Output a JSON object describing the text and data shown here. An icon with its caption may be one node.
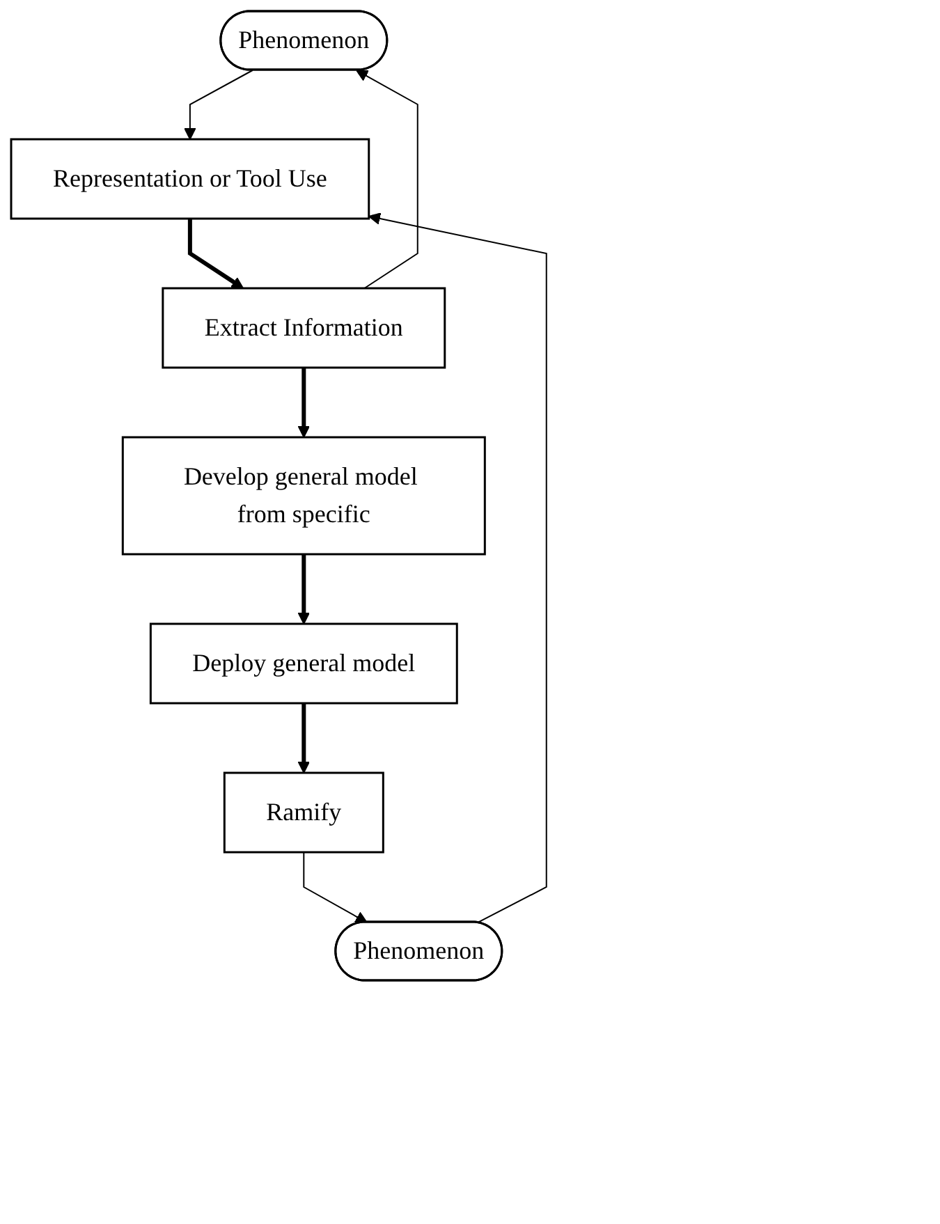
{
  "diagram": {
    "nodes": [
      {
        "text": [
          "Phenomenon"
        ]
      },
      {
        "text": [
          "Phenomenon"
        ]
      },
      {
        "text": [
          "Representation or Tool Use"
        ]
      },
      {
        "text": [
          "Extract Information"
        ]
      },
      {
        "text": [
          "Develop general model from specific"
        ]
      },
      {
        "text": [
          "Deploy general model"
        ]
      },
      {
        "text": [
          "Ramify"
        ]
      }
    ],
    "edges": [
      {
        "from": 0,
        "to": 2,
        "arrow": "to"
      },
      {
        "from": 1,
        "to": 2,
        "arrow": "to"
      },
      {
        "from": 2,
        "to": 3,
        "arrow": "to",
        "style": "thick"
      },
      {
        "from": 3,
        "to": 0,
        "arrow": "to"
      },
      {
        "from": 3,
        "to": 4,
        "arrow": "to",
        "style": "thick"
      },
      {
        "from": 4,
        "to": 5,
        "arrow": "to",
        "style": "thick"
      },
      {
        "from": 5,
        "to": 6,
        "arrow": "to",
        "style": "thick"
      },
      {
        "from": 6,
        "to": 1,
        "arrow": "to"
      }
    ]
  }
}
